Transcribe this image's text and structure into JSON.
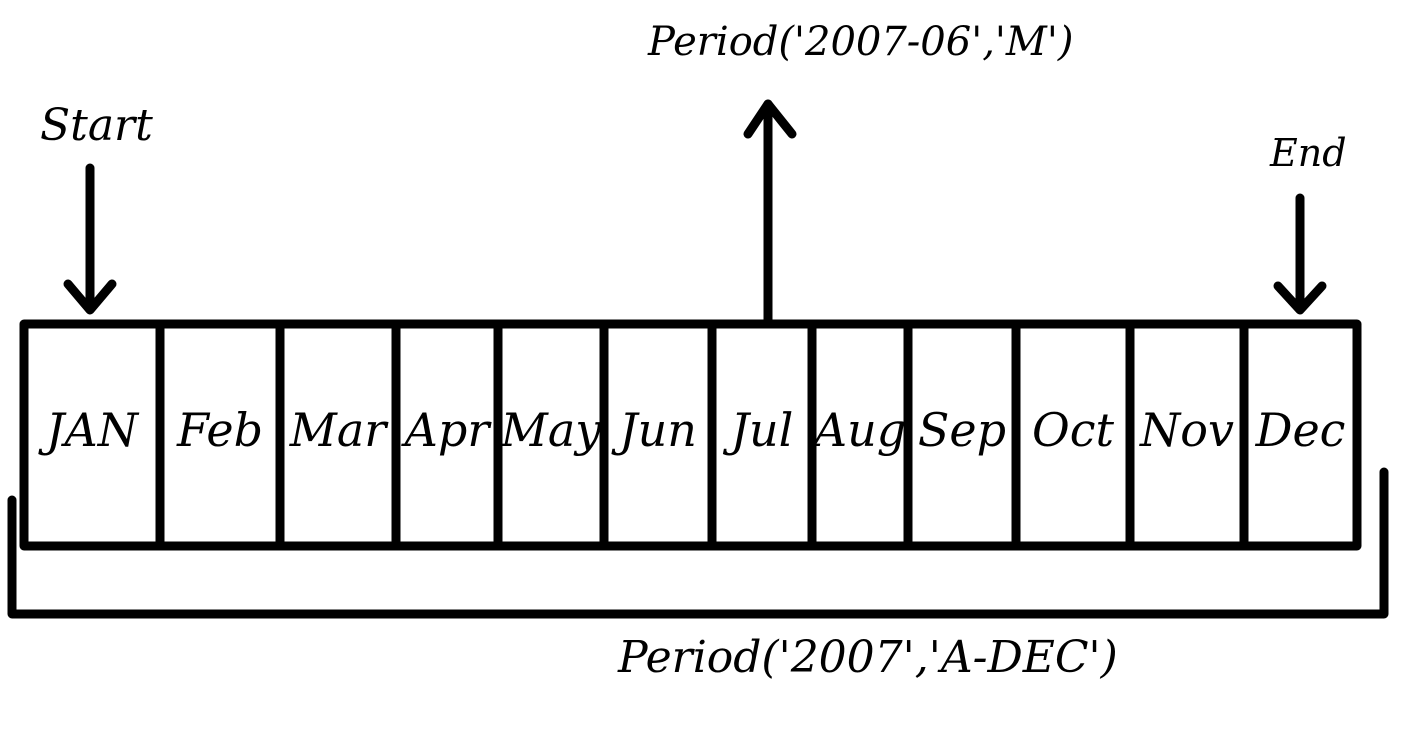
{
  "labels": {
    "period_month": "Period('2007-06','M')",
    "start": "Start",
    "end": "End",
    "period_year": "Period('2007','A-DEC')"
  },
  "months": [
    "JAN",
    "Feb",
    "Mar",
    "Apr",
    "May",
    "Jun",
    "Jul",
    "Aug",
    "Sep",
    "Oct",
    "Nov",
    "Dec"
  ],
  "colors": {
    "ink": "#000000",
    "background": "#ffffff"
  }
}
